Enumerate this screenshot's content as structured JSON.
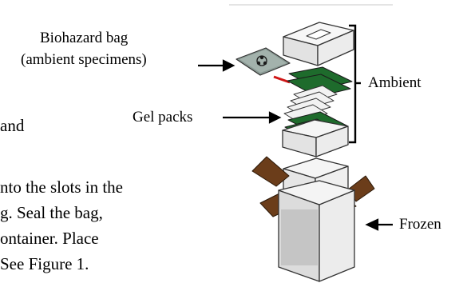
{
  "labels": {
    "biohazard_line1": "Biohazard bag",
    "biohazard_line2": "(ambient specimens)",
    "gel_packs": "Gel packs",
    "ambient": "Ambient",
    "frozen": "Frozen"
  },
  "body_fragments": [
    "and",
    "nto the slots in the",
    "g. Seal the bag,",
    "ontainer. Place",
    "See Figure 1."
  ],
  "colors": {
    "gel_pack": "#1e6b2c",
    "cardboard": "#6b3d1a",
    "biohazard_bag": "#8a9a94",
    "outline": "#333333"
  }
}
